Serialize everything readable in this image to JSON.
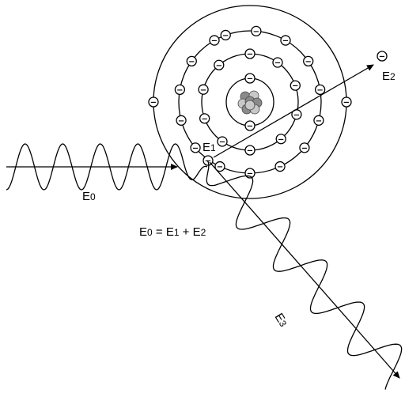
{
  "labels": {
    "e0": "E",
    "e0_sub": "0",
    "e1": "E",
    "e1_sub": "1",
    "e2": "E",
    "e2_sub": "2",
    "e3": "E",
    "e3_sub": "3"
  },
  "equation": {
    "lhs": "E",
    "lhs_sub": "0",
    "equals": " = ",
    "term1": "E",
    "term1_sub": "1",
    "plus": " + ",
    "term2": "E",
    "term2_sub": "2"
  },
  "electron_symbol": "−",
  "colors": {
    "stroke": "#000000",
    "nucleus_dark": "#8a8a8a",
    "nucleus_light": "#c8c8c8",
    "background": "#ffffff"
  }
}
